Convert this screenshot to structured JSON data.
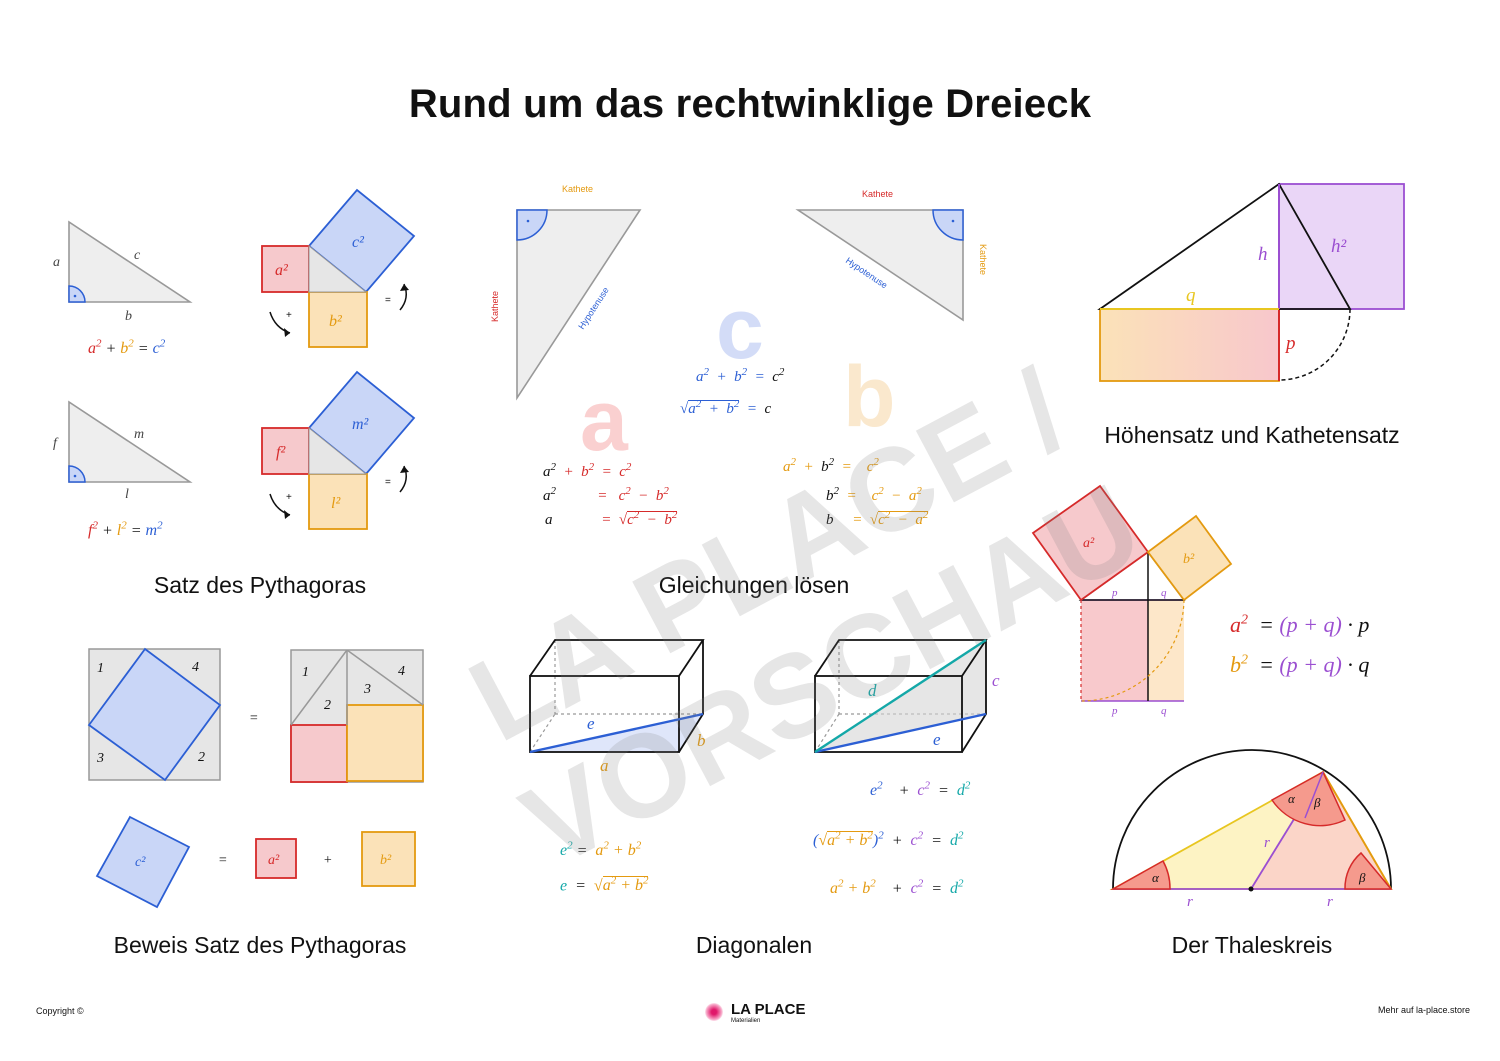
{
  "title": "Rund um das rechtwinklige Dreieck",
  "captions": {
    "pythagoras": "Satz des Pythagoras",
    "gleichungen": "Gleichungen lösen",
    "hoehensatz": "Höhensatz und Kathetensatz",
    "beweis": "Beweis Satz des Pythagoras",
    "diagonalen": "Diagonalen",
    "thales": "Der Thaleskreis"
  },
  "labels": {
    "kathete": "Kathete",
    "hypotenuse": "Hypotenuse",
    "a": "a",
    "b": "b",
    "c": "c",
    "f": "f",
    "l": "l",
    "m": "m",
    "h": "h",
    "p": "p",
    "q": "q",
    "d": "d",
    "e": "e",
    "r": "r",
    "alpha": "α",
    "beta": "β",
    "plus": "+",
    "equals": "=",
    "dot": "·",
    "n1": "1",
    "n2": "2",
    "n3": "3",
    "n4": "4",
    "a2": "a²",
    "b2": "b²",
    "c2": "c²",
    "f2": "f²",
    "l2": "l²",
    "m2": "m²",
    "h2": "h²"
  },
  "equations": {
    "pyth1": "a² + b² = c²",
    "pyth2": "f² + l² = m²",
    "solve_c1": "a²  +  b²  =  c²",
    "solve_c2": "√a² + b²  =  c",
    "solve_a1": "a²  +  b²  =  c²",
    "solve_a2": "a²       =   c²  −  b²",
    "solve_a3": "a        =  √c²  −  b²",
    "solve_b1": "a²  +  b²  =   c²",
    "solve_b2": "b²       =   c²  −  a²",
    "solve_b3": "b        =  √c²  −  a²",
    "kath_a": "a² = (p + q) · p",
    "kath_b": "b² = (p + q) · q",
    "diag_e1": "e² =   a² + b²",
    "diag_e2": "e  =  √a² + b²",
    "diag_d1": "e²     +  c²  =  d²",
    "diag_d2": "(√a² + b²)²  +  c²  =  d²",
    "diag_d3": "a² + b²     +  c²  =  d²"
  },
  "watermark": "LA PLACE / VORSCHAU",
  "footer": {
    "copyright": "Copyright ©",
    "brand": "LA PLACE",
    "brand_sub": "Materialien",
    "more": "Mehr auf la-place.store"
  },
  "colors": {
    "red": "#d62a2a",
    "blue": "#2c5fd4",
    "orange": "#e49a10",
    "purple": "#9b4fd1",
    "teal": "#14a8a8",
    "gray": "#9a9a9a"
  }
}
